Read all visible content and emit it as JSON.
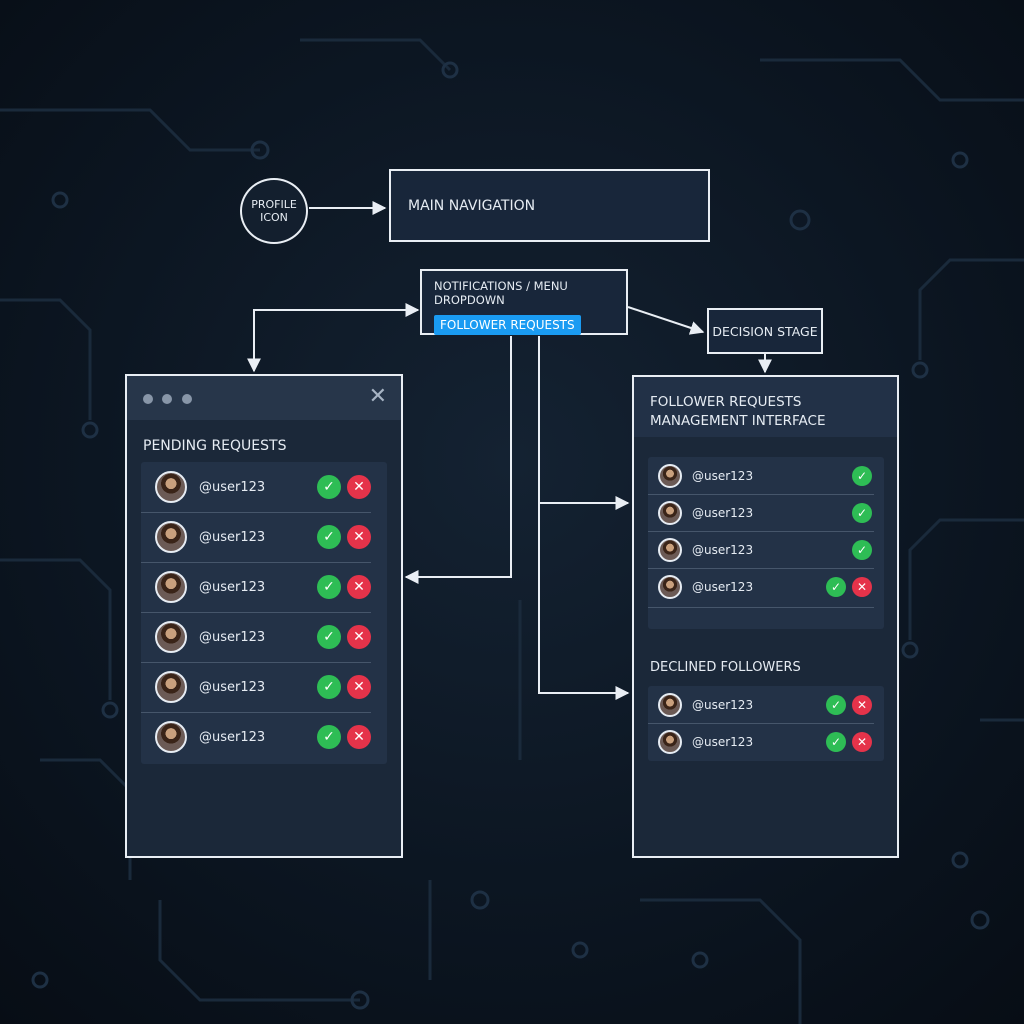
{
  "profile": {
    "label": "PROFILE\nICON"
  },
  "main_nav": {
    "label": "MAIN NAVIGATION"
  },
  "notifications": {
    "label": "NOTIFICATIONS / MENU DROPDOWN",
    "pill": "FOLLOWER REQUESTS"
  },
  "decision": {
    "label": "DECISION STAGE"
  },
  "pending": {
    "title": "PENDING REQUESTS",
    "close_icon": "close-icon",
    "rows": [
      {
        "username": "@user123"
      },
      {
        "username": "@user123"
      },
      {
        "username": "@user123"
      },
      {
        "username": "@user123"
      },
      {
        "username": "@user123"
      },
      {
        "username": "@user123"
      }
    ]
  },
  "management": {
    "title": "FOLLOWER REQUESTS\nMANAGEMENT INTERFACE",
    "rows": [
      {
        "username": "@user123",
        "actions": "accept"
      },
      {
        "username": "@user123",
        "actions": "accept"
      },
      {
        "username": "@user123",
        "actions": "accept"
      },
      {
        "username": "@user123",
        "actions": "both"
      }
    ],
    "declined_title": "DECLINED FOLLOWERS",
    "declined_rows": [
      {
        "username": "@user123",
        "actions": "both"
      },
      {
        "username": "@user123",
        "actions": "both"
      }
    ]
  },
  "icons": {
    "accept": "check-icon",
    "reject": "x-icon"
  },
  "colors": {
    "accept": "#2ebd55",
    "reject": "#e5334a",
    "highlight": "#1a9bf2",
    "background": "#0c1622"
  }
}
